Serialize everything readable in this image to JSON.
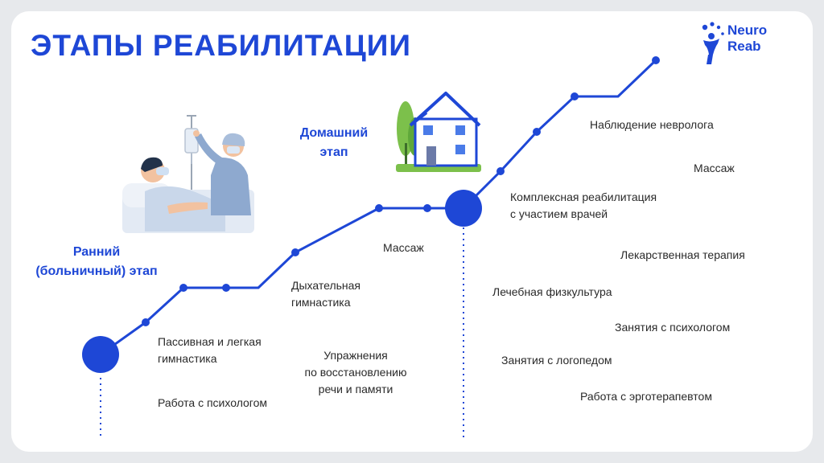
{
  "title": "ЭТАПЫ РЕАБИЛИТАЦИИ",
  "logo": {
    "line1": "Neuro",
    "line2": "Reab"
  },
  "stages": {
    "early": {
      "line1": "Ранний",
      "line2": "(больничный) этап"
    },
    "home": {
      "line1": "Домашний",
      "line2": "этап"
    }
  },
  "early_items": {
    "passive": {
      "line1": "Пассивная и легкая",
      "line2": "гимнастика"
    },
    "psychologist": "Работа с психологом",
    "breathing": {
      "line1": "Дыхательная",
      "line2": "гимнастика"
    },
    "speech": {
      "line1": "Упражнения",
      "line2": "по восстановлению",
      "line3": "речи и памяти"
    },
    "massage": "Массаж"
  },
  "home_items": {
    "neurologist": "Наблюдение невролога",
    "massage": "Массаж",
    "complex": {
      "line1": "Комплексная реабилитация",
      "line2": "с участием врачей"
    },
    "drug": "Лекарственная терапия",
    "physio": "Лечебная физкультура",
    "psychologist": "Занятия с психологом",
    "speech_therapist": "Занятия с логопедом",
    "ergo": "Работа с эрготерапевтом"
  },
  "colors": {
    "accent": "#1e47d6",
    "line": "#1e47d6",
    "text": "#2a2a2a",
    "tree": "#7cc04b"
  },
  "icons": [
    "patient-doctor-illustration",
    "house-icon",
    "tree-icon",
    "neuroreab-logo-icon"
  ]
}
